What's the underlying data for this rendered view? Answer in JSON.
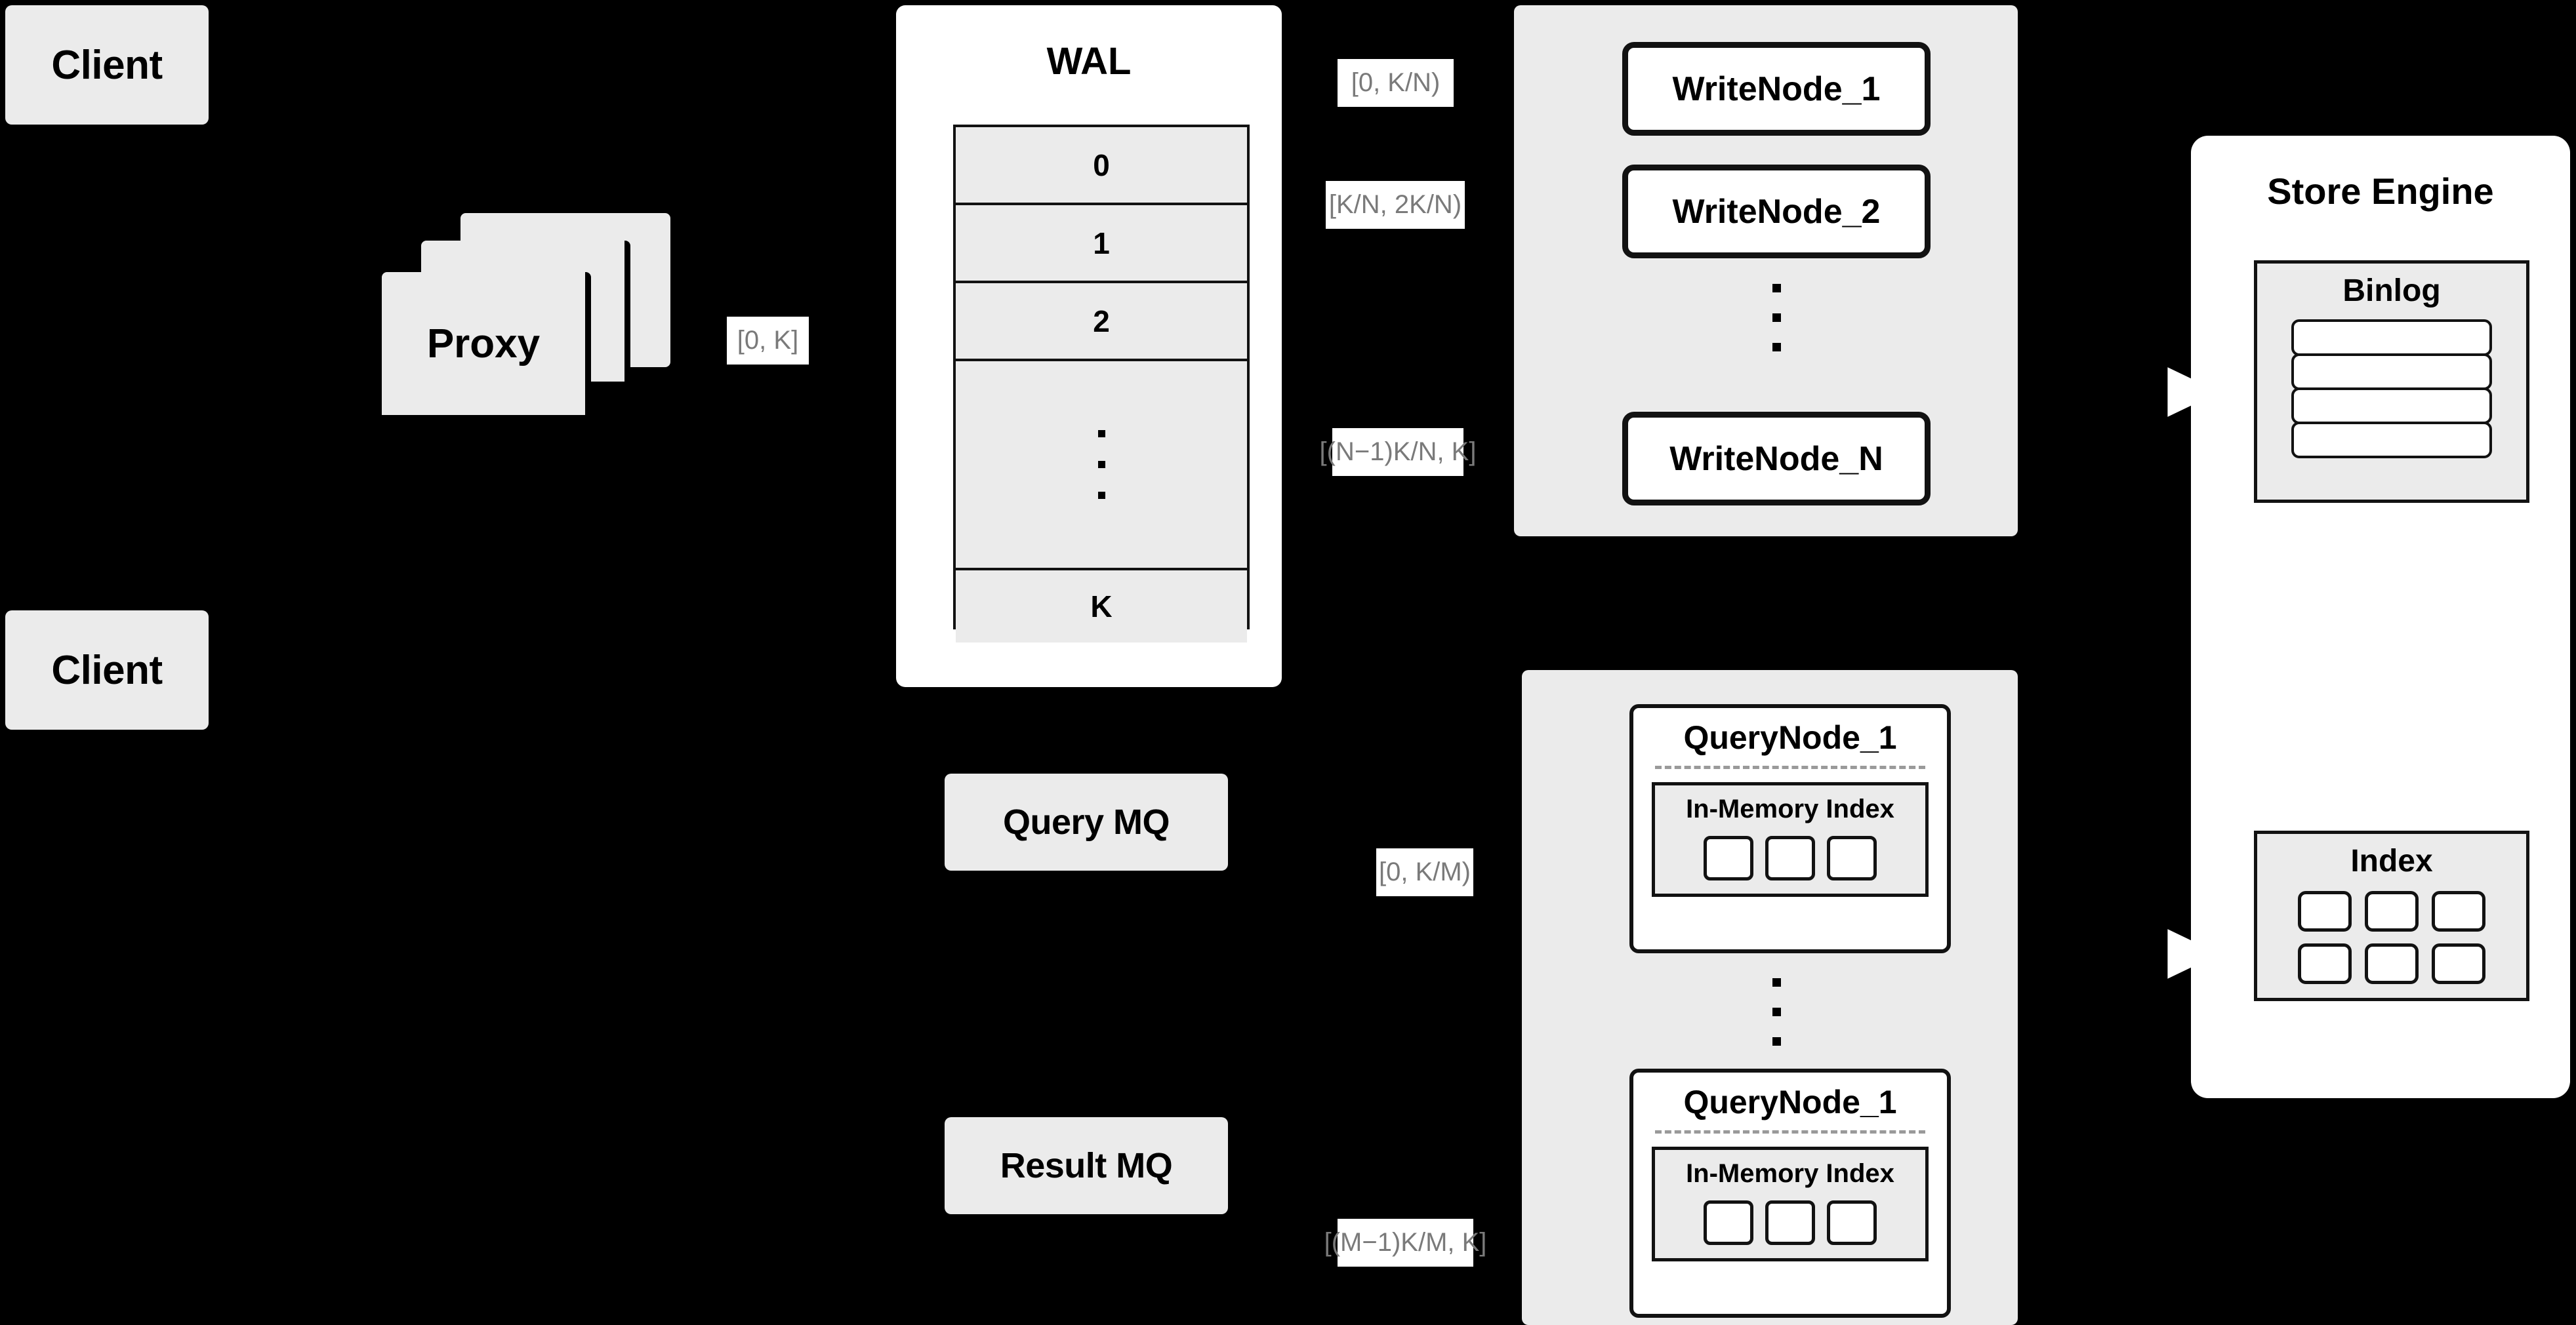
{
  "diagram": {
    "title": "Distributed Write/Query Architecture",
    "background_color": "#000000",
    "box_fill": "#EBEBEB",
    "panel_fill": "#FFFFFF",
    "stroke_color": "#121212",
    "label_text_color": "#7A7A7A"
  },
  "clients": [
    {
      "label": "Client"
    },
    {
      "label": "Client"
    }
  ],
  "proxy": {
    "label": "Proxy",
    "stack_count": 3
  },
  "wal": {
    "title": "WAL",
    "entries": [
      "0",
      "1",
      "2"
    ],
    "ellipsis": "···",
    "last_entry": "K"
  },
  "queues": {
    "query_mq": "Query MQ",
    "result_mq": "Result MQ"
  },
  "write_cluster": {
    "nodes": [
      {
        "label": "WriteNode_1",
        "range": "[0,  K/N)"
      },
      {
        "label": "WriteNode_2",
        "range": "[K/N, 2K/N)"
      },
      {
        "label": "WriteNode_N",
        "range": "[(N−1)K/N,  K]"
      }
    ],
    "ellipsis": "···"
  },
  "query_cluster": {
    "nodes": [
      {
        "label": "QueryNode_1",
        "range": "[0, K/M)",
        "memory_index_title": "In-Memory Index",
        "segment_count": 3
      },
      {
        "label": "QueryNode_1",
        "range": "[(M−1)K/M, K]",
        "memory_index_title": "In-Memory Index",
        "segment_count": 3
      }
    ],
    "ellipsis": "···"
  },
  "store_engine": {
    "title": "Store Engine",
    "binlog": {
      "title": "Binlog",
      "row_count": 4
    },
    "index": {
      "title": "Index",
      "cell_count": 6
    }
  },
  "connections": {
    "proxy_to_wal_label": "[0, K]"
  }
}
